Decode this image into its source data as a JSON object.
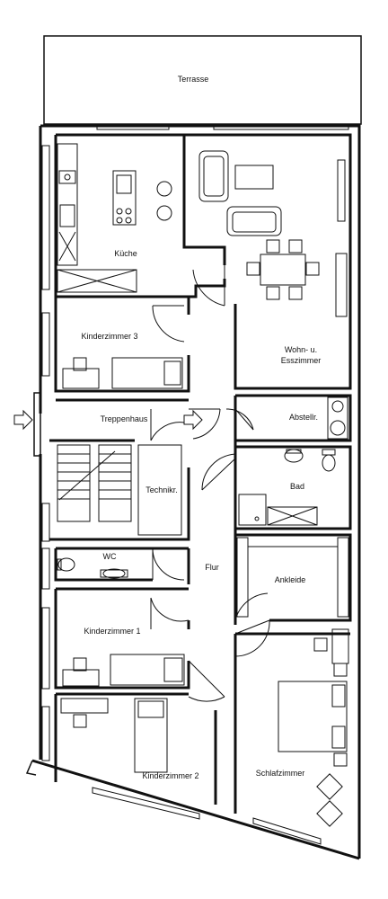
{
  "rooms": {
    "terrace": "Terrasse",
    "kitchen": "Küche",
    "living": "Wohn- u.",
    "living2": "Esszimmer",
    "kids3": "Kinderzimmer 3",
    "stairwell": "Treppenhaus",
    "storage": "Abstellr.",
    "technical": "Technikr.",
    "bath": "Bad",
    "wc": "WC",
    "hall": "Flur",
    "dressing": "Ankleide",
    "kids1": "Kinderzimmer 1",
    "kids2": "Kinderzimmer 2",
    "bedroom": "Schlafzimmer"
  }
}
